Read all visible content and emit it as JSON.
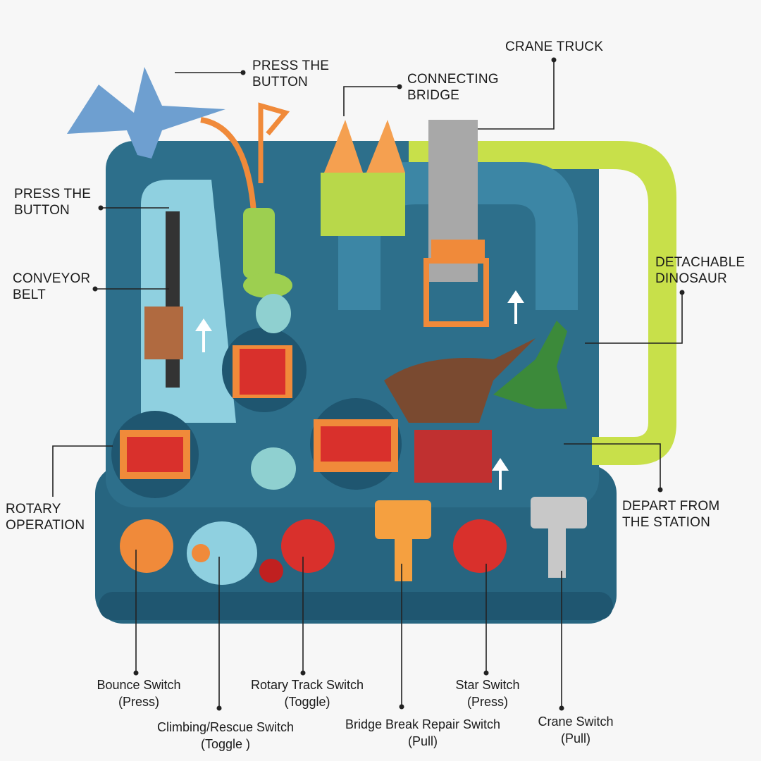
{
  "callouts_top": {
    "press_button_top": [
      "PRESS THE",
      "BUTTON"
    ],
    "connecting_bridge": [
      "CONNECTING",
      "BRIDGE"
    ],
    "crane_truck": [
      "CRANE TRUCK"
    ],
    "press_button_left": [
      "PRESS THE",
      "BUTTON"
    ],
    "conveyor_belt": [
      "CONVEYOR",
      "BELT"
    ],
    "detachable_dinosaur": [
      "DETACHABLE",
      "DINOSAUR"
    ],
    "rotary_operation": [
      "ROTARY",
      "OPERATION"
    ],
    "depart_station": [
      "DEPART FROM",
      "THE STATION"
    ]
  },
  "switches": [
    {
      "name": "Bounce Switch",
      "action": "(Press)"
    },
    {
      "name": "Climbing/Rescue Switch",
      "action": "(Toggle )"
    },
    {
      "name": "Rotary Track Switch",
      "action": "(Toggle)"
    },
    {
      "name": "Bridge Break Repair Switch",
      "action": "(Pull)"
    },
    {
      "name": "Star Switch",
      "action": "(Press)"
    },
    {
      "name": "Crane Switch",
      "action": "(Pull)"
    }
  ],
  "colors": {
    "base": "#2a6a86",
    "track": "#c8e04a",
    "orange": "#f08a3a",
    "red": "#d9302c",
    "light_blue": "#8fd0e0"
  }
}
